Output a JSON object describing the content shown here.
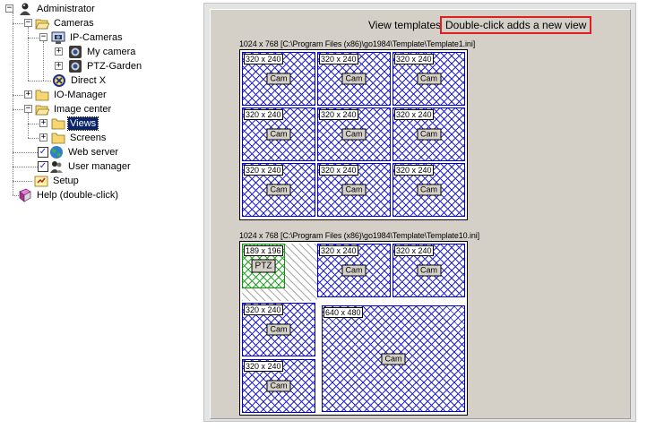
{
  "tree": {
    "root": "Administrator",
    "cameras": "Cameras",
    "ip_cameras": "IP-Cameras",
    "my_camera": "My camera",
    "ptz_garden": "PTZ-Garden",
    "direct_x": "Direct X",
    "io_manager": "IO-Manager",
    "image_center": "Image center",
    "views": "Views",
    "screens": "Screens",
    "web_server": "Web server",
    "user_manager": "User manager",
    "setup": "Setup",
    "help": "Help (double-click)"
  },
  "panel": {
    "title": "View templates -",
    "hint": "Double-click adds a new view",
    "templates": [
      {
        "label": "1024 x 768 [C:\\Program Files (x86)\\go1984\\Template\\Template1.ini]",
        "cells": [
          {
            "size": "320 x 240",
            "cam": "Cam"
          },
          {
            "size": "320 x 240",
            "cam": "Cam"
          },
          {
            "size": "320 x 240",
            "cam": "Cam"
          },
          {
            "size": "320 x 240",
            "cam": "Cam"
          },
          {
            "size": "320 x 240",
            "cam": "Cam"
          },
          {
            "size": "320 x 240",
            "cam": "Cam"
          },
          {
            "size": "320 x 240",
            "cam": "Cam"
          },
          {
            "size": "320 x 240",
            "cam": "Cam"
          },
          {
            "size": "320 x 240",
            "cam": "Cam"
          }
        ]
      },
      {
        "label": "1024 x 768 [C:\\Program Files (x86)\\go1984\\Template\\Template10.ini]",
        "cells": [
          {
            "size": "189 x 196",
            "cam": "PTZ"
          },
          {
            "size": "320 x 240",
            "cam": "Cam"
          },
          {
            "size": "320 x 240",
            "cam": "Cam"
          },
          {
            "size": "320 x 240",
            "cam": "Cam"
          },
          {
            "size": "640 x 480",
            "cam": "Cam"
          },
          {
            "size": "320 x 240",
            "cam": "Cam"
          }
        ]
      }
    ]
  },
  "colors": {
    "selection": "#0a246a",
    "hint_border": "#e11d1d",
    "hatch_blue": "#2424d6",
    "hatch_green": "#2aa52a"
  }
}
